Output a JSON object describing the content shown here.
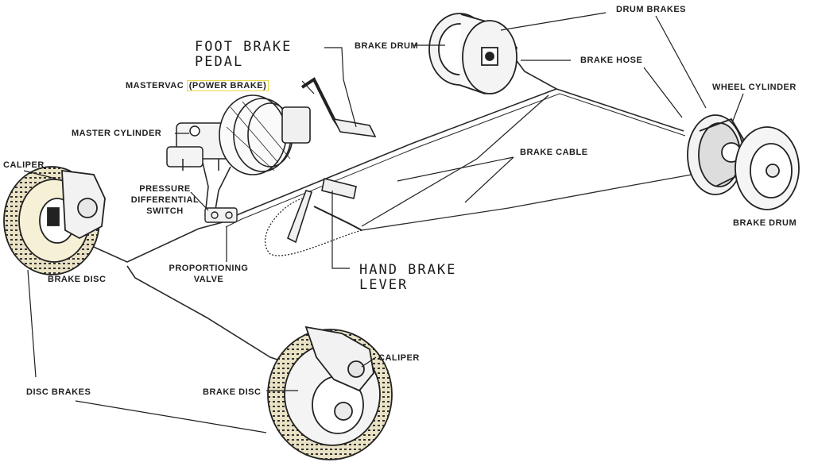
{
  "labels": {
    "drum_brakes": "DRUM BRAKES",
    "brake_drum_top": "BRAKE DRUM",
    "brake_hose": "BRAKE HOSE",
    "wheel_cylinder": "WHEEL CYLINDER",
    "foot_brake_pedal_1": "FOOT BRAKE",
    "foot_brake_pedal_2": "PEDAL",
    "mastervac": "MASTERVAC",
    "power_brake": "(POWER BRAKE)",
    "master_cylinder": "MASTER CYLINDER",
    "caliper_left": "CALIPER",
    "pressure_switch_1": "PRESSURE",
    "pressure_switch_2": "DIFFERENTIAL",
    "pressure_switch_3": "SWITCH",
    "brake_cable": "BRAKE CABLE",
    "brake_drum_right": "BRAKE DRUM",
    "proportioning_1": "PROPORTIONING",
    "proportioning_2": "VALVE",
    "hand_brake_1": "HAND BRAKE",
    "hand_brake_2": "LEVER",
    "brake_disc_left": "BRAKE DISC",
    "caliper_bottom": "CALIPER",
    "disc_brakes": "DISC BRAKES",
    "brake_disc_bottom": "BRAKE DISC"
  },
  "colors": {
    "ink": "#1f1f1f",
    "highlight": "#e8d84a",
    "rotor_tint": "#d8c98a"
  }
}
